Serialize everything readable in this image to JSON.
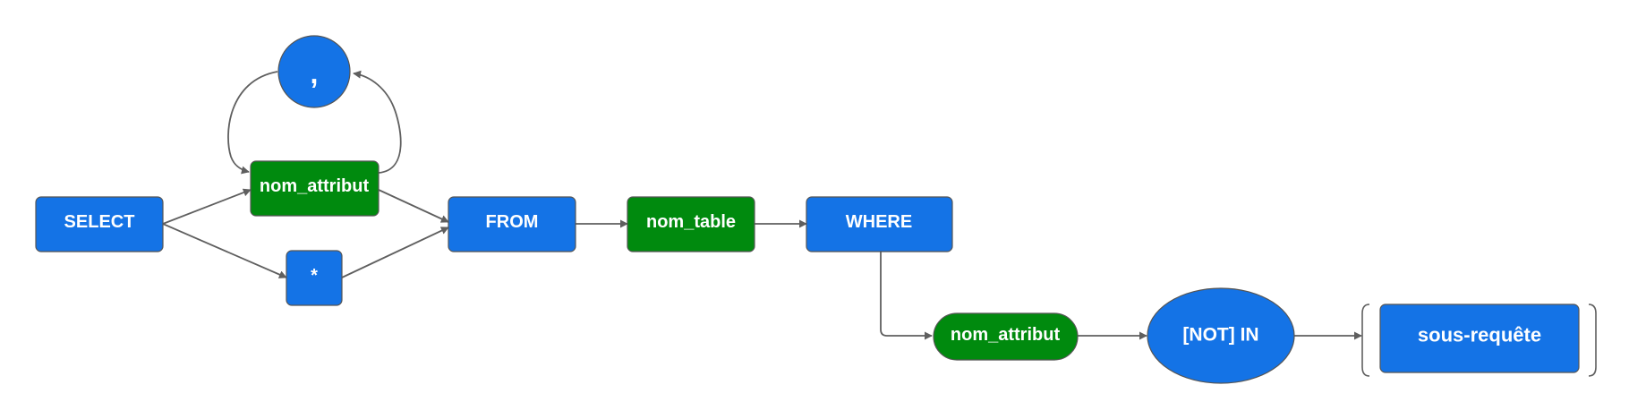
{
  "colors": {
    "keyword": "#1473E6",
    "identifier": "#008A0E",
    "edge": "#5f5f5f",
    "text": "#ffffff",
    "outline": "#555555"
  },
  "nodes": {
    "select": "SELECT",
    "comma": ",",
    "nom_attribut_1": "nom_attribut",
    "star": "*",
    "from": "FROM",
    "nom_table": "nom_table",
    "where": "WHERE",
    "nom_attribut_2": "nom_attribut",
    "not_in": "[NOT] IN",
    "sous_requete": "sous-requête"
  }
}
